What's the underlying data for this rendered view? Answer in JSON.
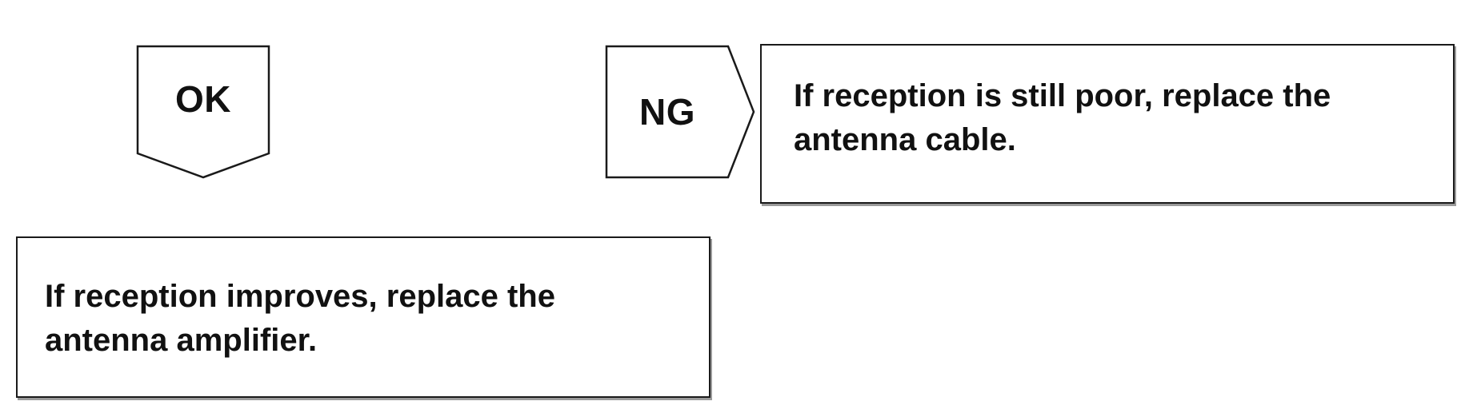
{
  "ok_branch": {
    "label": "OK",
    "instruction": "If reception improves, replace the antenna amplifier."
  },
  "ng_branch": {
    "label": "NG",
    "instruction": "If reception is still poor, replace the antenna cable."
  },
  "colors": {
    "stroke": "#1a1a1a",
    "shadow": "#9a9a9a",
    "background": "#ffffff",
    "text": "#111111"
  }
}
